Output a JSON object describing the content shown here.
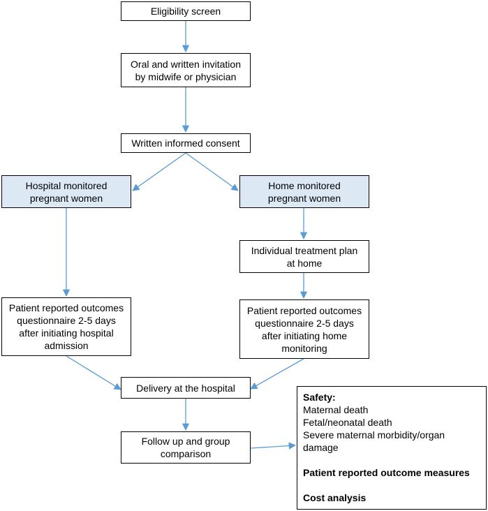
{
  "nodes": {
    "eligibility": [
      "Eligibility screen"
    ],
    "invitation": [
      "Oral and written invitation",
      "by midwife or physician"
    ],
    "consent": [
      "Written informed consent"
    ],
    "hospital_group": [
      "Hospital monitored",
      "pregnant women"
    ],
    "home_group": [
      "Home monitored",
      "pregnant women"
    ],
    "treatment_plan": [
      "Individual treatment plan",
      "at home"
    ],
    "pro_hospital": [
      "Patient reported outcomes",
      "questionnaire 2-5 days",
      "after initiating hospital",
      "admission"
    ],
    "pro_home": [
      "Patient reported outcomes",
      "questionnaire 2-5 days",
      "after initiating home",
      "monitoring"
    ],
    "delivery": [
      "Delivery at the hospital"
    ],
    "follow_up": [
      "Follow up and group",
      "comparison"
    ]
  },
  "outcomes": {
    "safety_title": "Safety:",
    "safety_items": [
      "Maternal death",
      "Fetal/neonatal death",
      "Severe maternal morbidity/organ",
      "damage"
    ],
    "pro_title": "Patient reported outcome measures",
    "cost_title": "Cost analysis"
  },
  "colors": {
    "arrow": "#5b9bd5",
    "highlight_fill": "#dde8f5",
    "border": "#000000"
  }
}
